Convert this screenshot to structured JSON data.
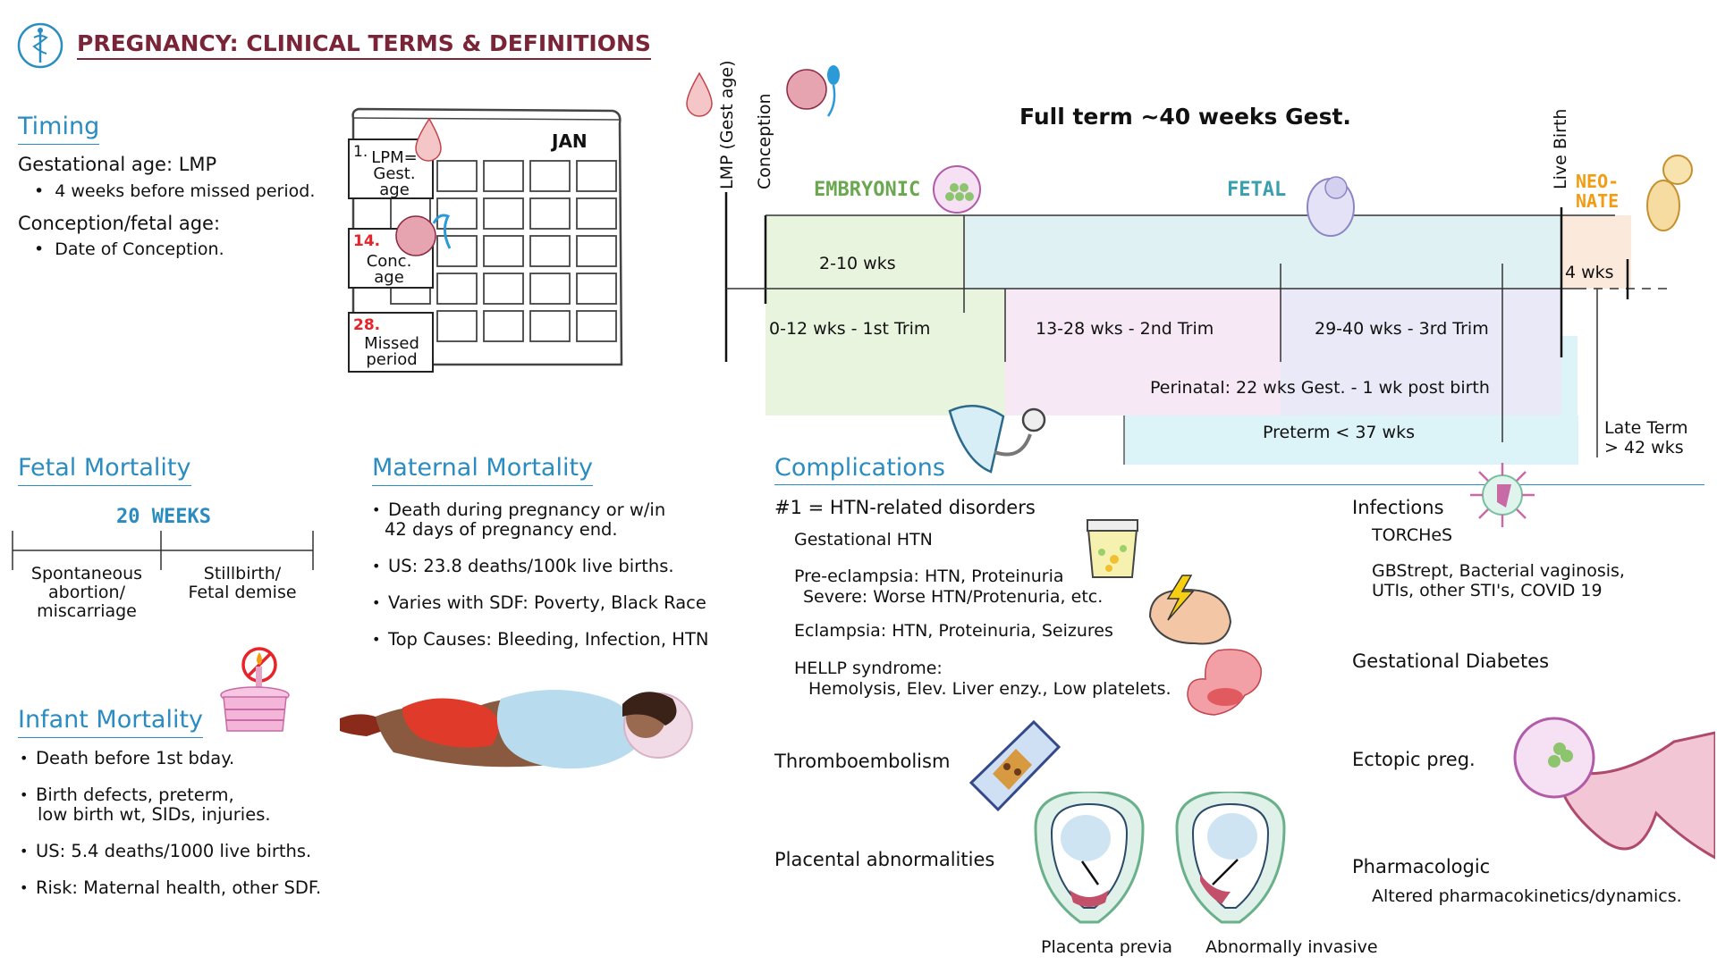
{
  "title": "PREGNANCY: CLINICAL TERMS & DEFINITIONS",
  "timing": {
    "heading": "Timing",
    "gest_label": "Gestational age: LMP",
    "gest_sub": "4 weeks before missed period.",
    "conc_label": "Conception/fetal age:",
    "conc_sub": "Date of Conception."
  },
  "calendar": {
    "month": "JAN",
    "day1_num": "1.",
    "day1_line1": "LPM=",
    "day1_line2": "Gest.",
    "day1_line3": "age",
    "day14_num": "14.",
    "day14_line1": "Conc.",
    "day14_line2": "age",
    "day28_num": "28.",
    "day28_line1": "Missed",
    "day28_line2": "period"
  },
  "timeline": {
    "lmp": "LMP (Gest age)",
    "conception": "Conception",
    "full_term": "Full term ~40 weeks Gest.",
    "live_birth": "Live Birth",
    "embryonic": "EMBRYONIC",
    "fetal": "FETAL",
    "neonate_1": "NEO-",
    "neonate_2": "NATE",
    "embryonic_range": "2-10 wks",
    "neonate_range": "4 wks",
    "trim1": "0-12 wks - 1st Trim",
    "trim2": "13-28 wks - 2nd Trim",
    "trim3": "29-40 wks - 3rd Trim",
    "perinatal": "Perinatal: 22 wks Gest. - 1 wk post birth",
    "preterm": "Preterm < 37 wks",
    "late_term_1": "Late Term",
    "late_term_2": "> 42 wks",
    "colors": {
      "embryonic": "#6aa84f",
      "fetal": "#3aa0b0",
      "neonate": "#f39c12",
      "trim1_fill": "#e9f4de",
      "trim2_fill": "#f6e9f5",
      "trim3_fill": "#e9e9f7",
      "perinatal_fill": "#dcf3f8",
      "neonate_fill": "#fbe9dc"
    }
  },
  "fetal_mortality": {
    "heading": "Fetal Mortality",
    "weeks": "20 WEEKS",
    "left_1": "Spontaneous",
    "left_2": "abortion/",
    "left_3": "miscarriage",
    "right_1": "Stillbirth/",
    "right_2": "Fetal demise"
  },
  "infant_mortality": {
    "heading": "Infant Mortality",
    "items": [
      "Death before 1st bday.",
      "Birth defects, preterm,",
      "low birth wt, SIDs, injuries.",
      "US: 5.4 deaths/1000 live births.",
      "Risk: Maternal health, other SDF."
    ]
  },
  "maternal_mortality": {
    "heading": "Maternal Mortality",
    "items": [
      "Death during pregnancy or w/in",
      "42 days of pregnancy end.",
      "US: 23.8 deaths/100k live births.",
      "Varies with SDF: Poverty, Black Race",
      "Top Causes: Bleeding, Infection, HTN"
    ]
  },
  "complications": {
    "heading": "Complications",
    "htn_title": "#1 = HTN-related disorders",
    "gest_htn": "Gestational HTN",
    "preeclampsia": "Pre-eclampsia: HTN, Proteinuria",
    "severe": "Severe: Worse HTN/Protenuria, etc.",
    "eclampsia": "Eclampsia: HTN, Proteinuria, Seizures",
    "hellp": "HELLP syndrome:",
    "hellp_detail": "Hemolysis, Elev. Liver enzy., Low platelets.",
    "thrombo": "Thromboembolism",
    "placental": "Placental abnormalities",
    "previa": "Placenta previa",
    "invasive": "Abnormally invasive",
    "infections": "Infections",
    "torches": "TORCHeS",
    "gbs_1": "GBStrept, Bacterial vaginosis,",
    "gbs_2": "UTIs, other STI's, COVID 19",
    "gest_diabetes": "Gestational Diabetes",
    "ectopic": "Ectopic preg.",
    "pharma": "Pharmacologic",
    "pharma_detail": "Altered pharmacokinetics/dynamics."
  }
}
